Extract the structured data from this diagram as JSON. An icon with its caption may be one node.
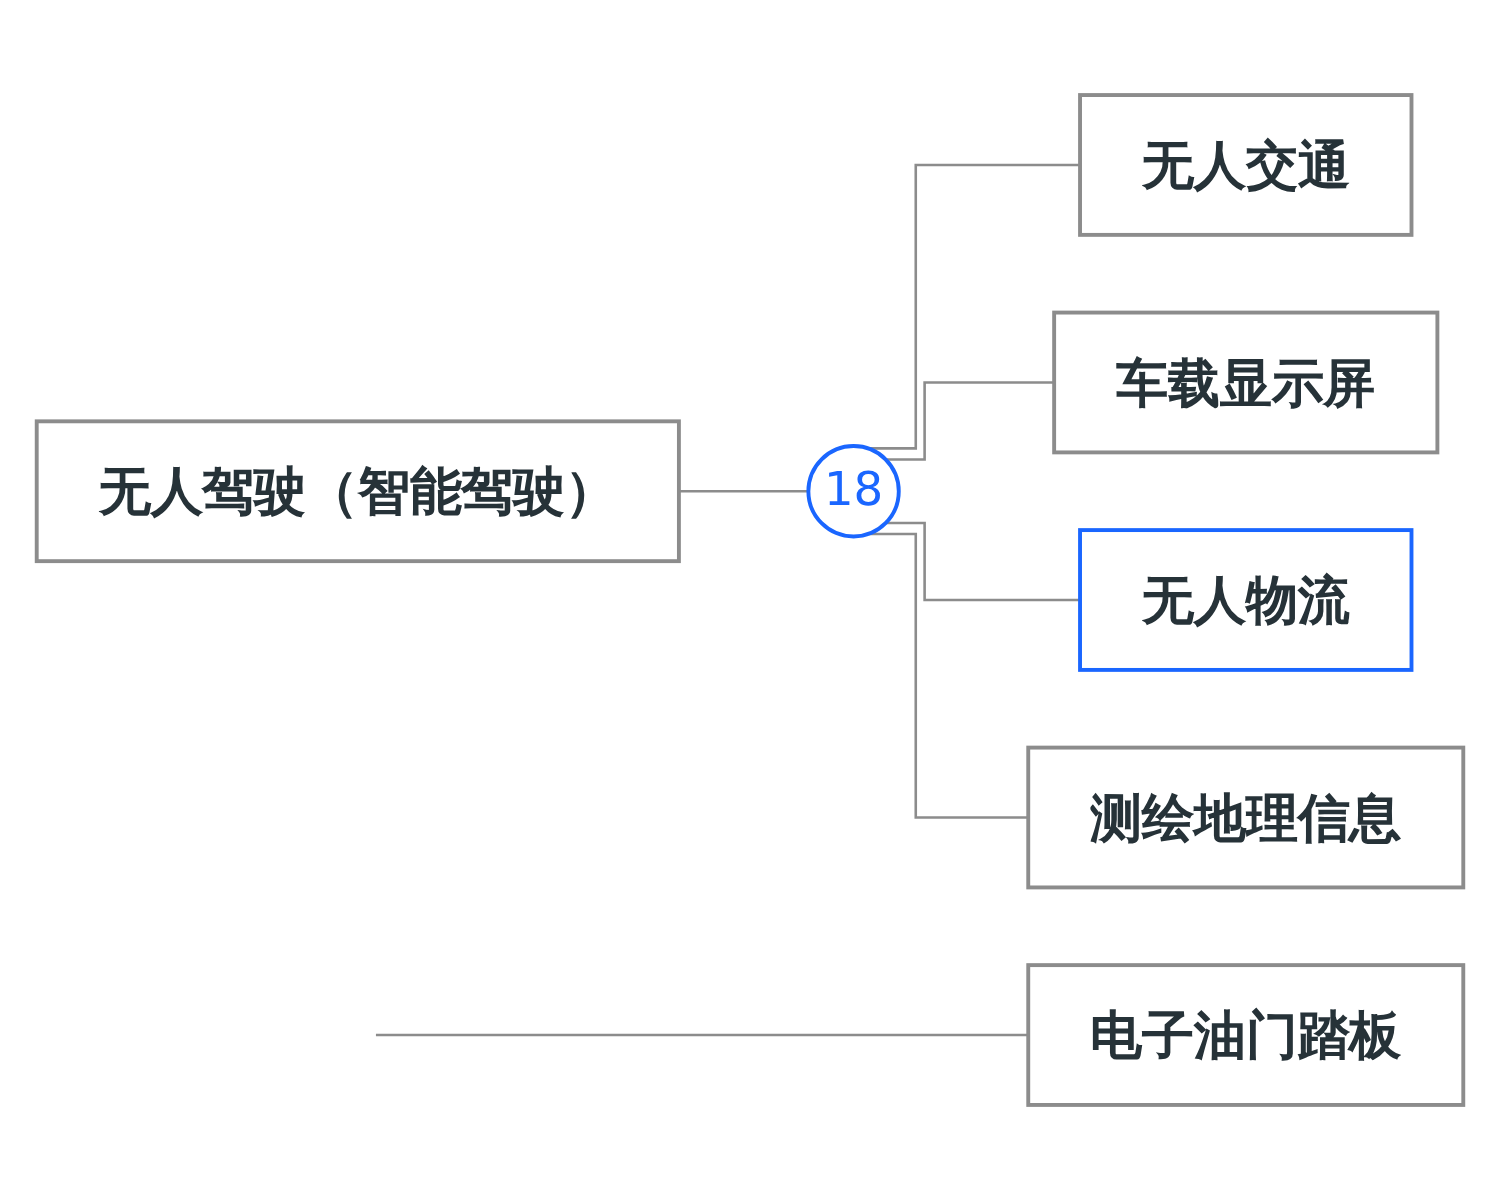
{
  "diagram": {
    "nodes": [
      {
        "text": [
          "无人驾驶（智能驾驶）"
        ]
      },
      {
        "text": [
          "18"
        ]
      },
      {
        "text": [
          "无人交通"
        ]
      },
      {
        "text": [
          "车载显示屏"
        ]
      },
      {
        "text": [
          "无人物流"
        ]
      },
      {
        "text": [
          "测绘地理信息"
        ]
      },
      {
        "text": [
          "电子油门踏板"
        ]
      }
    ],
    "edges": [
      {
        "from": 0,
        "to": 1,
        "arrow": "none"
      },
      {
        "from": 1,
        "to": 2,
        "arrow": "none"
      },
      {
        "from": 1,
        "to": 3,
        "arrow": "none"
      },
      {
        "from": 1,
        "to": 4,
        "arrow": "none"
      },
      {
        "from": 1,
        "to": 5,
        "arrow": "none"
      },
      {
        "from": null,
        "to": 6,
        "arrow": "none"
      }
    ]
  }
}
